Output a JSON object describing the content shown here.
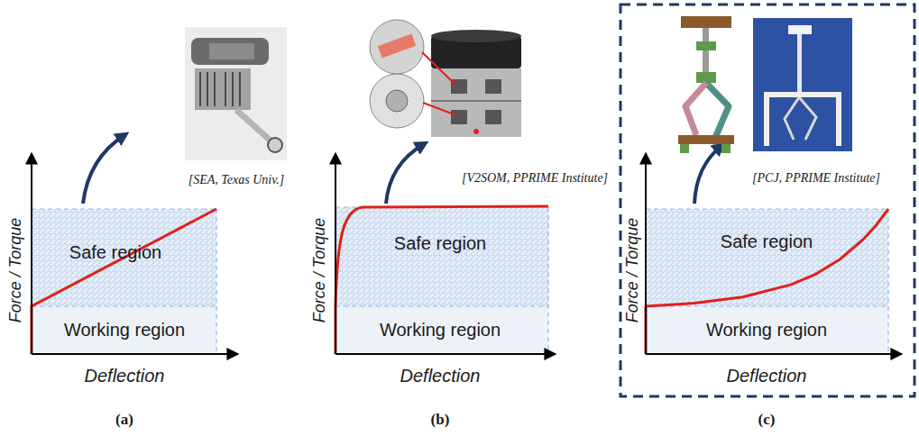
{
  "diagram": {
    "labels": [
      "[SEA, Texas Univ.]",
      "Safe region",
      "Working region",
      "Force / Torque",
      "Deflection",
      "(a)",
      "[V2SOM, PPRIME Institute]",
      "Safe region",
      "Working region",
      "Force / Torque",
      "Deflection",
      "(b)",
      "[PCJ, PPRIME Institute]",
      "Safe region",
      "Working region",
      "Force / Torque",
      "Deflection",
      "(c)"
    ]
  }
}
